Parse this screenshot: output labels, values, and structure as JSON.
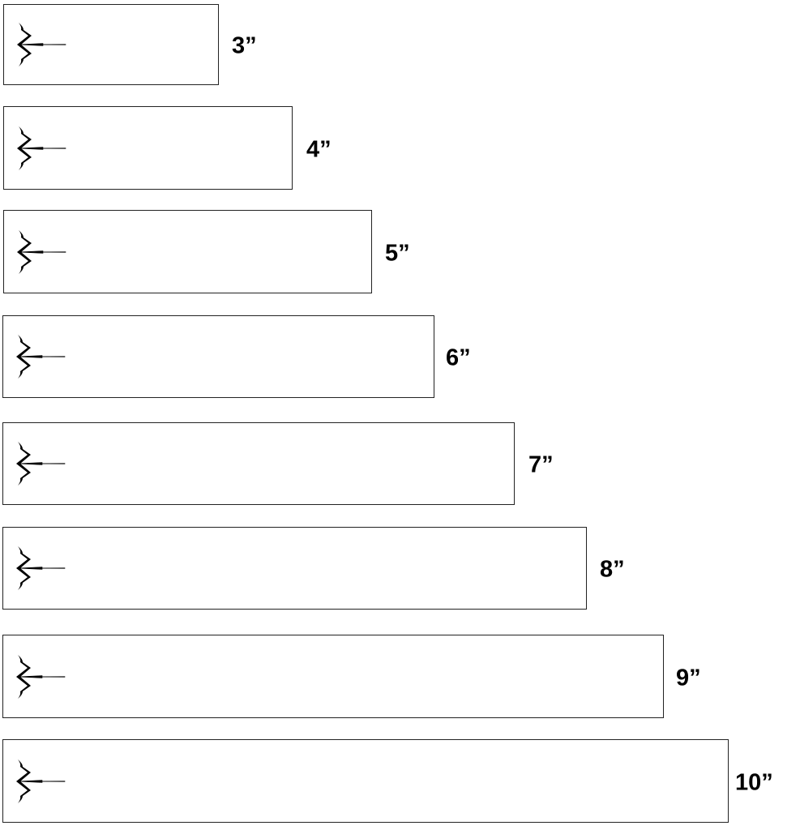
{
  "items": [
    {
      "label": "3”",
      "inches": 3
    },
    {
      "label": "4”",
      "inches": 4
    },
    {
      "label": "5”",
      "inches": 5
    },
    {
      "label": "6”",
      "inches": 6
    },
    {
      "label": "7”",
      "inches": 7
    },
    {
      "label": "8”",
      "inches": 8
    },
    {
      "label": "9”",
      "inches": 9
    },
    {
      "label": "10”",
      "inches": 10
    }
  ]
}
